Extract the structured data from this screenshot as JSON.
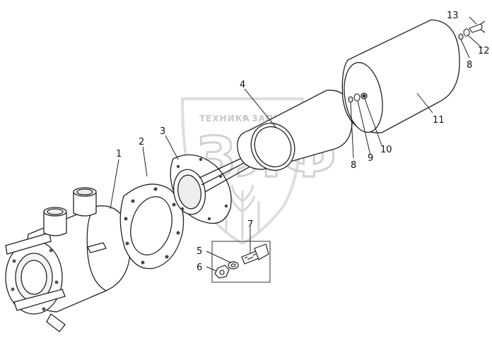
{
  "watermark": {
    "brand_top": "ТЕХНИКА",
    "brand_top2": "ЗАПЧАСТИ",
    "brand_main": "ЗЛФ"
  },
  "callouts": [
    {
      "id": "1",
      "text": "1"
    },
    {
      "id": "2",
      "text": "2"
    },
    {
      "id": "3",
      "text": "3"
    },
    {
      "id": "4",
      "text": "4"
    },
    {
      "id": "5",
      "text": "5"
    },
    {
      "id": "6",
      "text": "6"
    },
    {
      "id": "7",
      "text": "7"
    },
    {
      "id": "8a",
      "text": "8"
    },
    {
      "id": "8b",
      "text": "8"
    },
    {
      "id": "9",
      "text": "9"
    },
    {
      "id": "10",
      "text": "10"
    },
    {
      "id": "11",
      "text": "11"
    },
    {
      "id": "12",
      "text": "12"
    },
    {
      "id": "13",
      "text": "13"
    }
  ]
}
